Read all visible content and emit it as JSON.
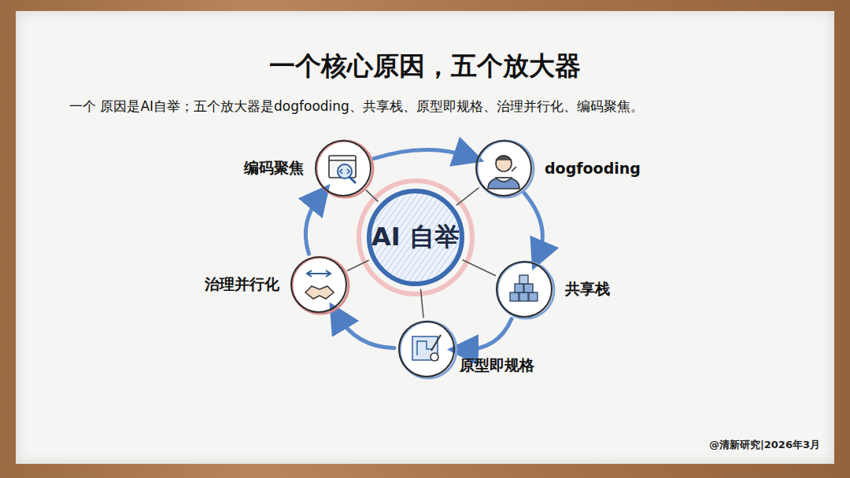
{
  "diagram": {
    "title": "一个核心原因，五个放大器",
    "caption": "一个 原因是AI自举；五个放大器是dogfooding、共享栈、原型即规格、治理并行化、编码聚焦。",
    "nodes": [
      {
        "text": [
          "AI 自举"
        ]
      },
      {
        "text": [
          "编码聚焦"
        ]
      },
      {
        "text": [
          "dogfooding"
        ]
      },
      {
        "text": [
          "共享栈"
        ]
      },
      {
        "text": [
          "原型即规格"
        ]
      },
      {
        "text": [
          "治理并行化"
        ]
      }
    ],
    "edges": [
      {
        "from": 1,
        "to": 2,
        "arrow": "to"
      },
      {
        "from": 2,
        "to": 3,
        "arrow": "to"
      },
      {
        "from": 3,
        "to": 4,
        "arrow": "to"
      },
      {
        "from": 4,
        "to": 5,
        "arrow": "to"
      },
      {
        "from": 5,
        "to": 1,
        "arrow": "to"
      },
      {
        "from": 0,
        "to": 1,
        "arrow": "none"
      },
      {
        "from": 0,
        "to": 2,
        "arrow": "none"
      },
      {
        "from": 0,
        "to": 3,
        "arrow": "none"
      },
      {
        "from": 0,
        "to": 4,
        "arrow": "none"
      },
      {
        "from": 0,
        "to": 5,
        "arrow": "none"
      }
    ],
    "labels": [
      "@清新研究|2026年3月"
    ]
  }
}
